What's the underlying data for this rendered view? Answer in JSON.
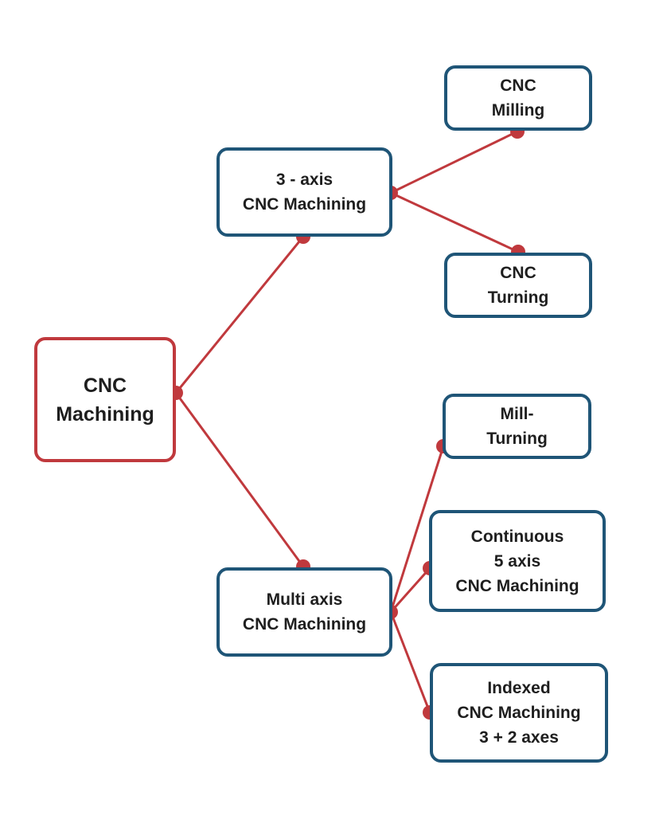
{
  "colors": {
    "connector": "#c0393d",
    "root_border": "#c0393d",
    "node_border": "#1f5577",
    "text": "#1e1e1e",
    "background": "#ffffff"
  },
  "nodes": {
    "root": {
      "line1": "CNC",
      "line2": "Machining"
    },
    "three_axis": {
      "line1": "3 - axis",
      "line2": "CNC Machining"
    },
    "multi_axis": {
      "line1": "Multi axis",
      "line2": "CNC Machining"
    },
    "milling": {
      "line1": "CNC",
      "line2": "Milling"
    },
    "turning": {
      "line1": "CNC",
      "line2": "Turning"
    },
    "mill_turning": {
      "line1": "Mill-",
      "line2": "Turning"
    },
    "continuous_5": {
      "line1": "Continuous",
      "line2": "5 axis",
      "line3": "CNC Machining"
    },
    "indexed": {
      "line1": "Indexed",
      "line2": "CNC Machining",
      "line3": "3 + 2 axes"
    }
  },
  "edges": [
    {
      "from": "root",
      "to": "three_axis"
    },
    {
      "from": "root",
      "to": "multi_axis"
    },
    {
      "from": "three_axis",
      "to": "milling"
    },
    {
      "from": "three_axis",
      "to": "turning"
    },
    {
      "from": "multi_axis",
      "to": "mill_turning"
    },
    {
      "from": "multi_axis",
      "to": "continuous_5"
    },
    {
      "from": "multi_axis",
      "to": "indexed"
    }
  ]
}
